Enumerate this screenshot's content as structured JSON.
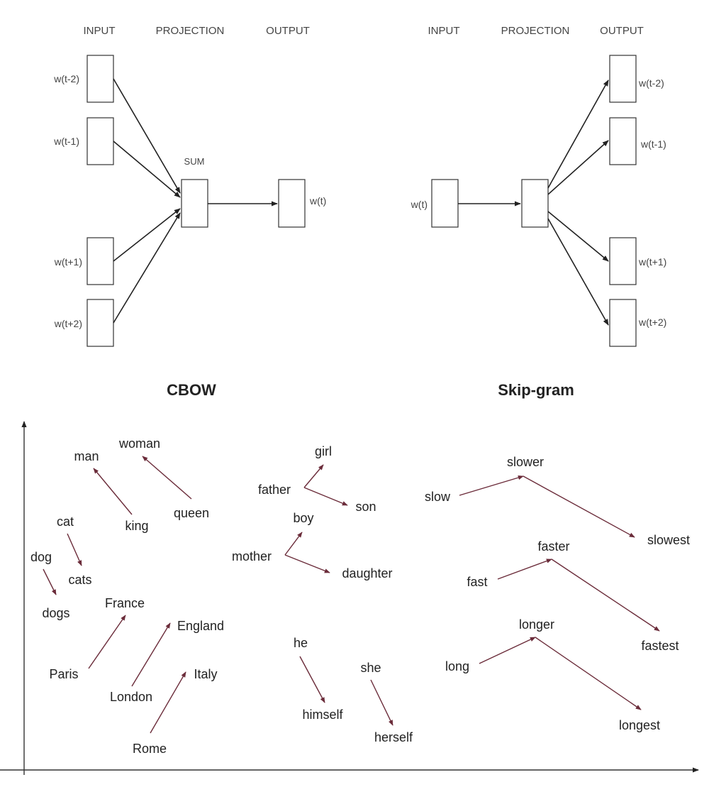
{
  "cbow": {
    "headers": {
      "input": "INPUT",
      "projection": "PROJECTION",
      "output": "OUTPUT"
    },
    "inputs": [
      "w(t-2)",
      "w(t-1)",
      "w(t+1)",
      "w(t+2)"
    ],
    "sum_label": "SUM",
    "output": "w(t)",
    "title": "CBOW"
  },
  "skipgram": {
    "headers": {
      "input": "INPUT",
      "projection": "PROJECTION",
      "output": "OUTPUT"
    },
    "input": "w(t)",
    "outputs": [
      "w(t-2)",
      "w(t-1)",
      "w(t+1)",
      "w(t+2)"
    ],
    "title": "Skip-gram"
  },
  "embedding": {
    "words": {
      "man": "man",
      "woman": "woman",
      "king": "king",
      "queen": "queen",
      "cat": "cat",
      "cats": "cats",
      "dog": "dog",
      "dogs": "dogs",
      "france": "France",
      "paris": "Paris",
      "england": "England",
      "london": "London",
      "italy": "Italy",
      "rome": "Rome",
      "girl": "girl",
      "father": "father",
      "son": "son",
      "boy": "boy",
      "mother": "mother",
      "daughter": "daughter",
      "he": "he",
      "himself": "himself",
      "she": "she",
      "herself": "herself",
      "slower": "slower",
      "slow": "slow",
      "slowest": "slowest",
      "faster": "faster",
      "fast": "fast",
      "fastest": "fastest",
      "longer": "longer",
      "long": "long",
      "longest": "longest"
    },
    "arrow_color": "#6b2c3a"
  }
}
